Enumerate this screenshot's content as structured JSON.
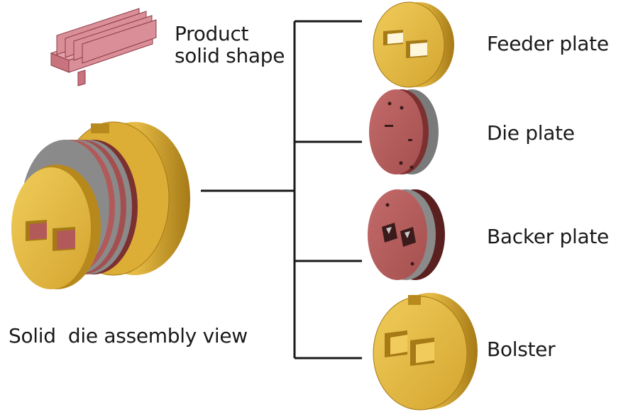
{
  "product": {
    "line1": "Product",
    "line2": "solid shape"
  },
  "assembly": {
    "label": "Solid  die assembly view"
  },
  "parts": [
    {
      "label": "Feeder plate"
    },
    {
      "label": "Die plate"
    },
    {
      "label": "Backer plate"
    },
    {
      "label": "Bolster"
    }
  ],
  "colors": {
    "gold": "#e0b43a",
    "gold_dark": "#a77f18",
    "maroon": "#b25a5a",
    "maroon_dark": "#7c3030",
    "steel": "#8a8a8a",
    "heatsink": "#d98e98",
    "line": "#1a1a1a"
  }
}
